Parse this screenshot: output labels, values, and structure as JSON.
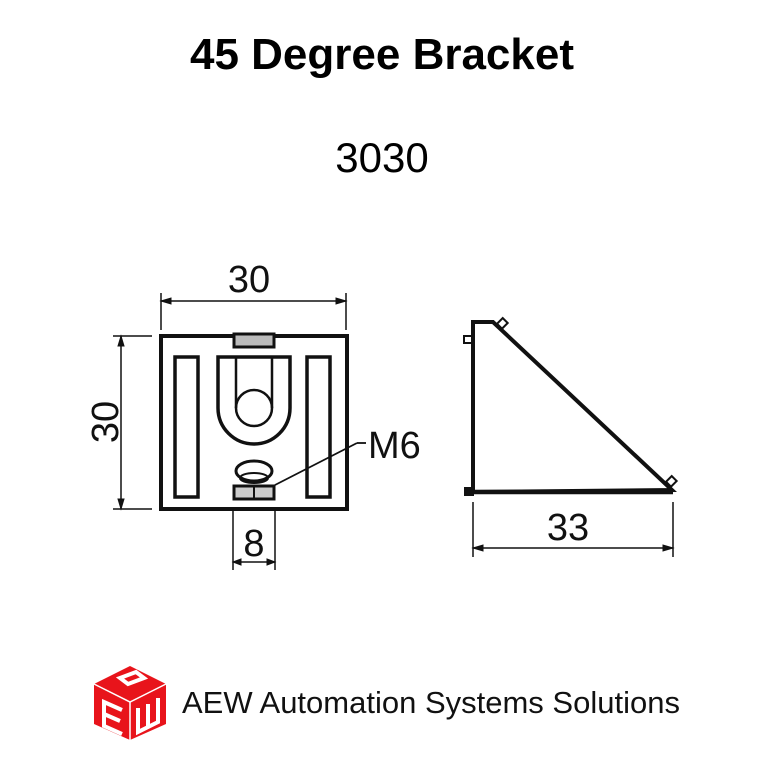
{
  "header": {
    "title": "45 Degree Bracket",
    "subtitle": "3030"
  },
  "front_view": {
    "width_dim": "30",
    "height_dim": "30",
    "slot_dim": "8",
    "thread_label": "M6"
  },
  "side_view": {
    "base_dim": "33"
  },
  "footer": {
    "logo": "aew-cube-logo",
    "company": "AEW Automation Systems Solutions",
    "brand_color": "#e8141b"
  }
}
